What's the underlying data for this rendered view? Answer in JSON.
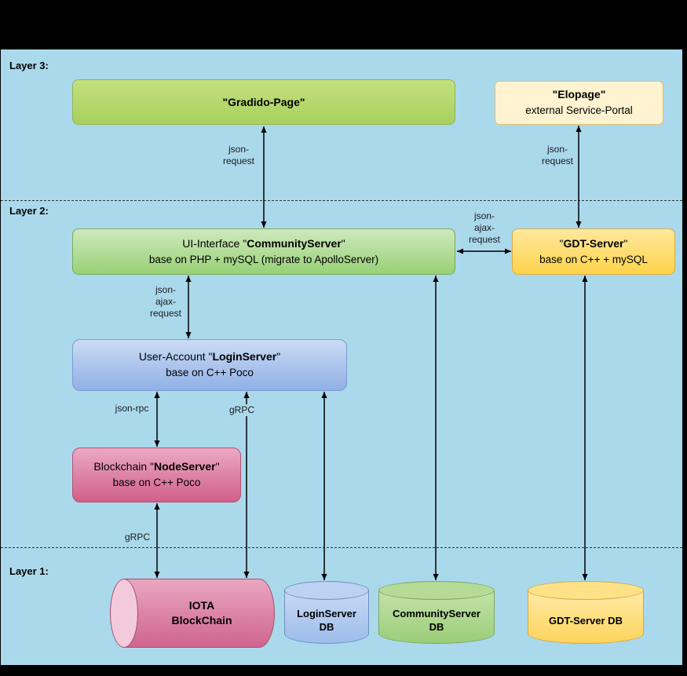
{
  "layers": {
    "layer3": {
      "label": "Layer 3:"
    },
    "layer2": {
      "label": "Layer 2:"
    },
    "layer1": {
      "label": "Layer 1:"
    }
  },
  "nodes": {
    "gradido_page": {
      "title": "\"Gradido-Page\""
    },
    "elopage": {
      "title": "\"Elopage\"",
      "subtitle": "external Service-Portal"
    },
    "community_server": {
      "prefix": "UI-Interface \"",
      "name": "CommunityServer",
      "suffix": "\"",
      "subtitle": "base on PHP + mySQL (migrate to ApolloServer)"
    },
    "gdt_server": {
      "prefix": "\"",
      "name": "GDT-Server",
      "suffix": "\"",
      "subtitle": "base on C++ + mySQL"
    },
    "login_server": {
      "prefix": "User-Account \"",
      "name": "LoginServer",
      "suffix": "\"",
      "subtitle": "base on C++ Poco"
    },
    "node_server": {
      "prefix": "Blockchain \"",
      "name": "NodeServer",
      "suffix": "\"",
      "subtitle": "base on C++ Poco"
    }
  },
  "databases": {
    "iota": {
      "label": "IOTA\nBlockChain"
    },
    "login_db": {
      "label": "LoginServer\nDB"
    },
    "community_db": {
      "label": "CommunityServer\nDB"
    },
    "gdt_db": {
      "label": "GDT-Server DB"
    }
  },
  "edges": {
    "gradido_community": {
      "label": "json-\nrequest"
    },
    "elopage_gdt": {
      "label": "json-\nrequest"
    },
    "community_gdt": {
      "label": "json-\najax-\nrequest"
    },
    "community_login": {
      "label": "json-\najax-\nrequest"
    },
    "login_node": {
      "label": "json-rpc"
    },
    "login_iota": {
      "label": "gRPC"
    },
    "node_iota": {
      "label": "gRPC"
    }
  },
  "colors": {
    "background_blue": "#abd9ec",
    "frame_black": "#000000",
    "gradido_green": "#a9d05f",
    "community_green": "#98d176",
    "elopage_yellow_light": "#fff3d1",
    "gdt_yellow": "#fed34b",
    "login_blue": "#90b0e6",
    "node_pink": "#d16089",
    "iota_pink": "#cf6490",
    "arrow_black": "#000000"
  }
}
